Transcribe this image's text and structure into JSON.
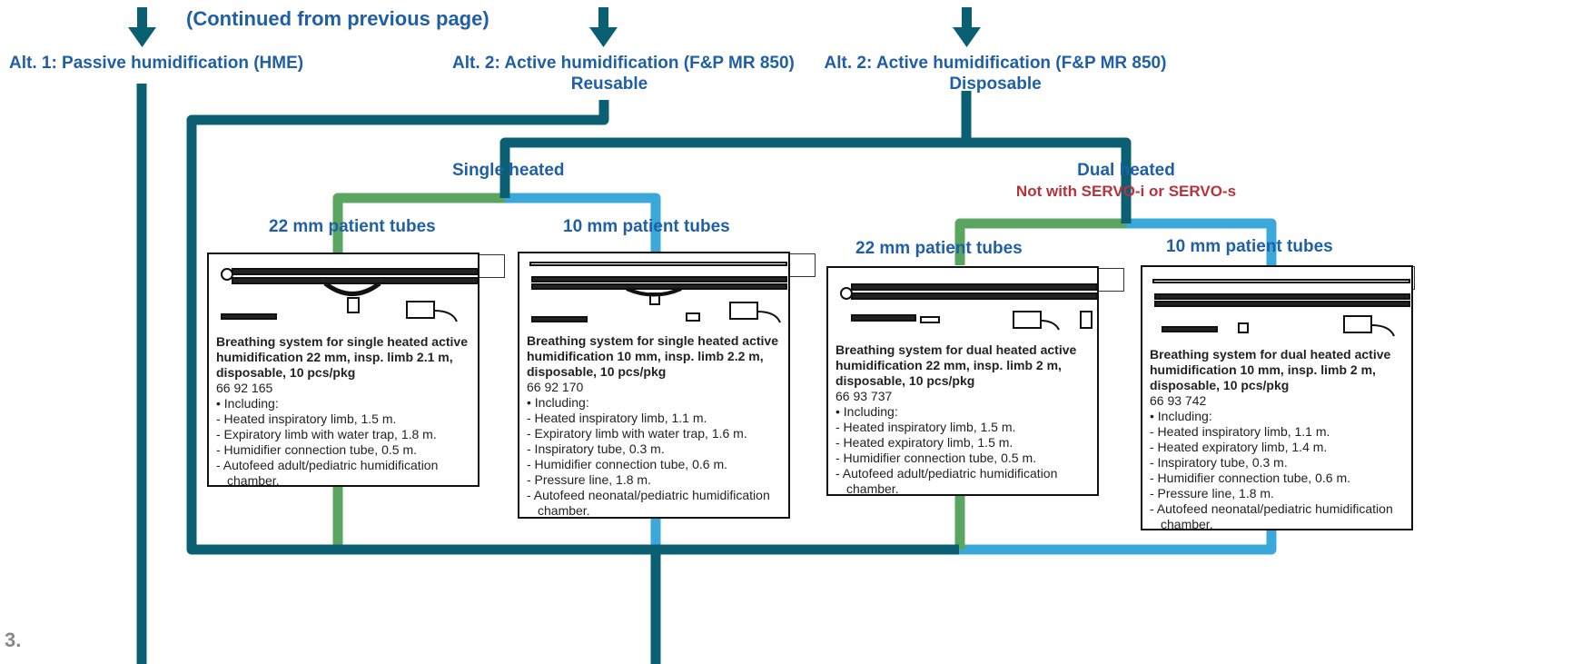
{
  "continued": "(Continued from previous page)",
  "page_number": "3.",
  "colors": {
    "dark_teal": "#0b5f73",
    "green": "#5aa55f",
    "light_blue": "#3aa8d8",
    "heading_blue": "#1f5fa8",
    "warning_red": "#b8323b"
  },
  "headers": {
    "alt1": "Alt. 1: Passive humidification (HME)",
    "alt2_reusable_line1": "Alt. 2: Active humidification (F&P MR 850)",
    "alt2_reusable_line2": "Reusable",
    "alt2_disposable_line1": "Alt. 2: Active humidification (F&P MR 850)",
    "alt2_disposable_line2": "Disposable",
    "single_heated": "Single heated",
    "dual_heated": "Dual heated",
    "dual_warning": "Not with SERVO-i or SERVO-s",
    "tubes_22_single": "22 mm patient tubes",
    "tubes_10_single": "10 mm patient tubes",
    "tubes_22_dual": "22 mm patient tubes",
    "tubes_10_dual": "10 mm patient tubes"
  },
  "cards": [
    {
      "image": "breathing-system-single-heated-22mm",
      "title": "Breathing system for single heated active humidification 22 mm, insp. limb 2.1 m, disposable, 10 pcs/pkg",
      "code": "66 92 165",
      "items": [
        "• Including:",
        "- Heated inspiratory limb, 1.5 m.",
        "- Expiratory limb with water trap,  1.8 m.",
        "- Humidifier connection tube, 0.5 m.",
        "- Autofeed adult/pediatric humidification chamber."
      ]
    },
    {
      "image": "breathing-system-single-heated-10mm",
      "title": "Breathing system for single heated active humidification 10 mm, insp. limb 2.2 m, disposable, 10 pcs/pkg",
      "code": "66 92 170",
      "items": [
        "• Including:",
        "- Heated inspiratory limb, 1.1 m.",
        "- Expiratory limb with water trap, 1.6 m.",
        "- Inspiratory tube, 0.3 m.",
        "- Humidifier connection tube, 0.6 m.",
        "- Pressure line, 1.8 m.",
        "- Autofeed neonatal/pediatric humidification chamber."
      ]
    },
    {
      "image": "breathing-system-dual-heated-22mm",
      "title": "Breathing system for dual heated active humidification 22 mm, insp. limb 2 m, disposable, 10 pcs/pkg",
      "code": "66 93 737",
      "items": [
        "• Including:",
        "- Heated inspiratory limb, 1.5 m.",
        "- Heated expiratory limb, 1.5 m.",
        "- Humidifier connection tube, 0.5 m.",
        "- Autofeed adult/pediatric humidification chamber."
      ]
    },
    {
      "image": "breathing-system-dual-heated-10mm",
      "title": "Breathing system for dual heated active humidification 10 mm, insp. limb 2 m, disposable, 10 pcs/pkg",
      "code": "66 93 742",
      "items": [
        "• Including:",
        "- Heated inspiratory limb, 1.1 m.",
        "- Heated expiratory limb, 1.4 m.",
        "- Inspiratory tube, 0.3 m.",
        "- Humidifier connection tube, 0.6 m.",
        "- Pressure line, 1.8 m.",
        "- Autofeed neonatal/pediatric humidification chamber."
      ]
    }
  ]
}
